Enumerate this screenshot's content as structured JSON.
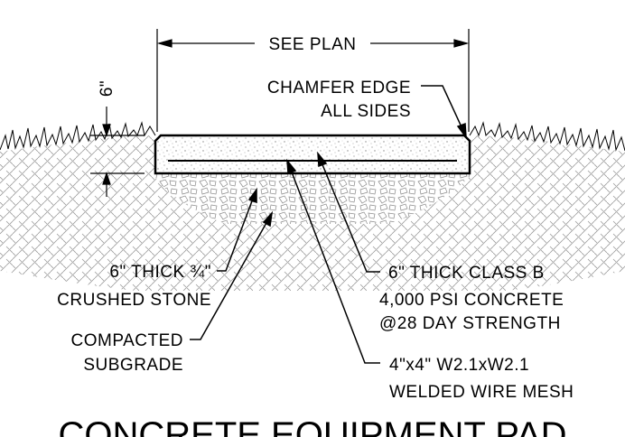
{
  "dimensions": {
    "width_label": "SEE PLAN",
    "thickness_label": "6\""
  },
  "callouts": {
    "chamfer": [
      "CHAMFER EDGE",
      "ALL SIDES"
    ],
    "stone": [
      "6\" THICK ¾\"",
      "CRUSHED STONE"
    ],
    "subgrade": [
      "COMPACTED",
      "SUBGRADE"
    ],
    "concrete": [
      "6\" THICK CLASS B",
      "4,000 PSI CONCRETE",
      "@28 DAY STRENGTH"
    ],
    "mesh": [
      "4\"x4\" W2.1xW2.1",
      "WELDED WIRE MESH"
    ]
  },
  "title": "CONCRETE EQUIPMENT PAD"
}
